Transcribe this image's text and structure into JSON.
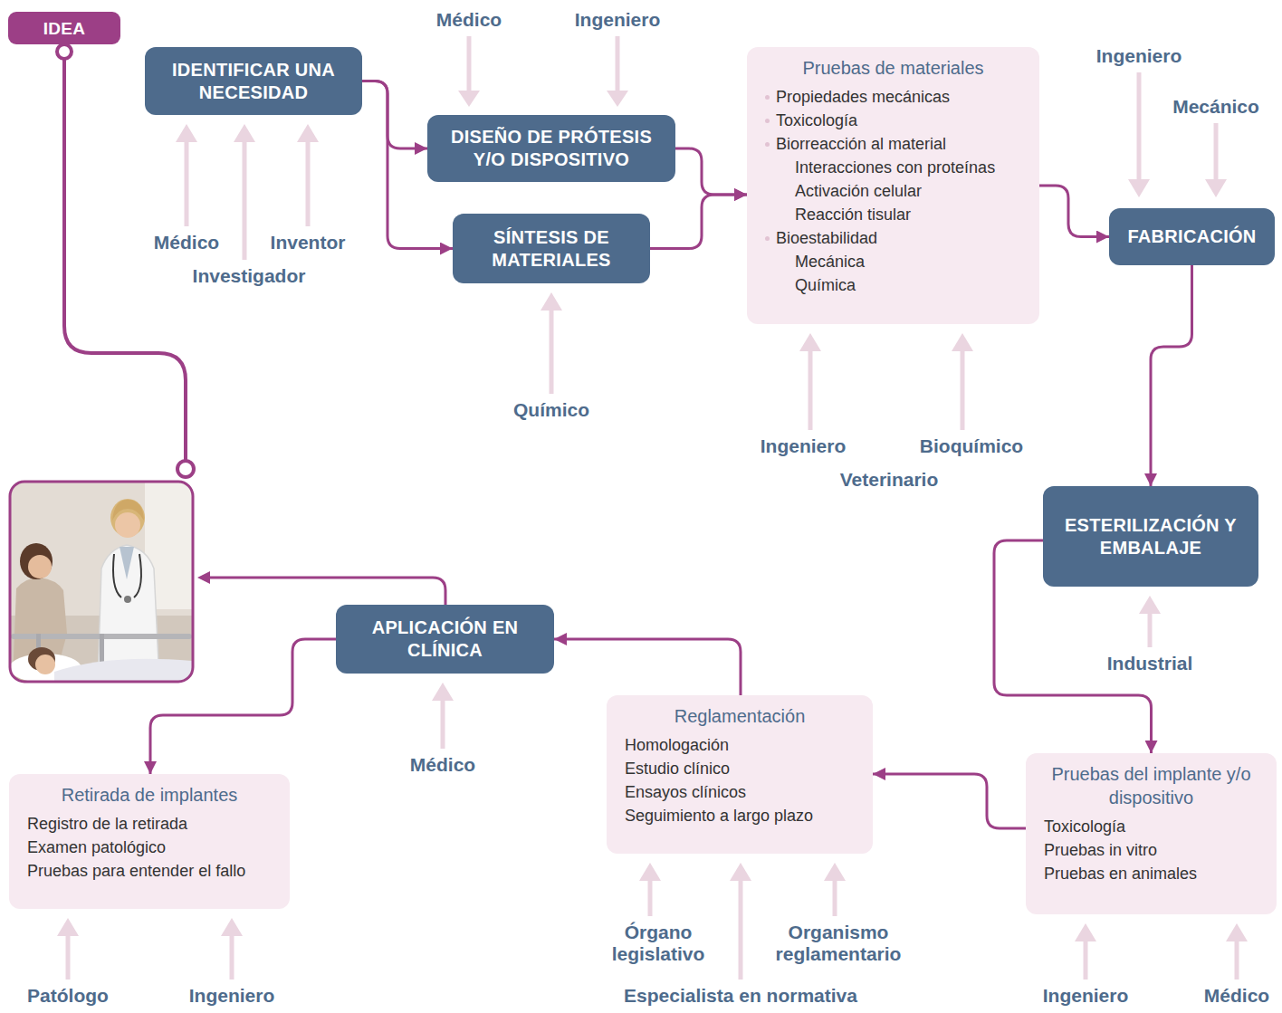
{
  "diagram": {
    "nodes": [
      {
        "text": [
          "IDEA"
        ]
      },
      {
        "text": [
          "IDENTIFICAR UNA NECESIDAD"
        ]
      },
      {
        "text": [
          "DISEÑO DE PRÓTESIS Y/O DISPOSITIVO"
        ]
      },
      {
        "text": [
          "SÍNTESIS DE MATERIALES"
        ]
      },
      {
        "text": [
          "Pruebas de materiales",
          "Propiedades mecánicas",
          "Toxicología",
          "Biorreacción al material",
          "Interacciones con proteínas",
          "Activación celular",
          "Reacción tisular",
          "Bioestabilidad",
          "Mecánica",
          "Química"
        ]
      },
      {
        "text": [
          "FABRICACIÓN"
        ]
      },
      {
        "text": [
          "ESTERILIZACIÓN Y EMBALAJE"
        ]
      },
      {
        "text": [
          "Pruebas del implante y/o dispositivo",
          "Toxicología",
          "Pruebas in vitro",
          "Pruebas en animales"
        ]
      },
      {
        "text": [
          "Reglamentación",
          "Homologación",
          "Estudio clínico",
          "Ensayos clínicos",
          "Seguimiento a largo plazo"
        ]
      },
      {
        "text": [
          "APLICACIÓN EN CLÍNICA"
        ]
      },
      {
        "text": [
          "Retirada de implantes",
          "Registro de la retirada",
          "Examen patológico",
          "Pruebas para entender el fallo"
        ]
      }
    ],
    "edges": [
      {
        "from": 1,
        "to": 2,
        "arrow": "to"
      },
      {
        "from": 1,
        "to": 3,
        "arrow": "to"
      },
      {
        "from": 2,
        "to": 4,
        "arrow": "to"
      },
      {
        "from": 3,
        "to": 4,
        "arrow": "to"
      },
      {
        "from": 4,
        "to": 5,
        "arrow": "to"
      },
      {
        "from": 5,
        "to": 6,
        "arrow": "to"
      },
      {
        "from": 6,
        "to": 7,
        "arrow": "to"
      },
      {
        "from": 7,
        "to": 8,
        "arrow": "to"
      },
      {
        "from": 8,
        "to": 9,
        "arrow": "to"
      },
      {
        "from": 9,
        "to": 10,
        "arrow": "to"
      }
    ],
    "labels": [
      "Médico",
      "Ingeniero",
      "Ingeniero",
      "Mecánico",
      "Médico",
      "Inventor",
      "Investigador",
      "Químico",
      "Ingeniero",
      "Bioquímico",
      "Veterinario",
      "Industrial",
      "Médico",
      "Órgano legislativo",
      "Organismo reglamentario",
      "Patólogo",
      "Ingeniero",
      "Especialista en normativa",
      "Ingeniero",
      "Médico"
    ]
  }
}
